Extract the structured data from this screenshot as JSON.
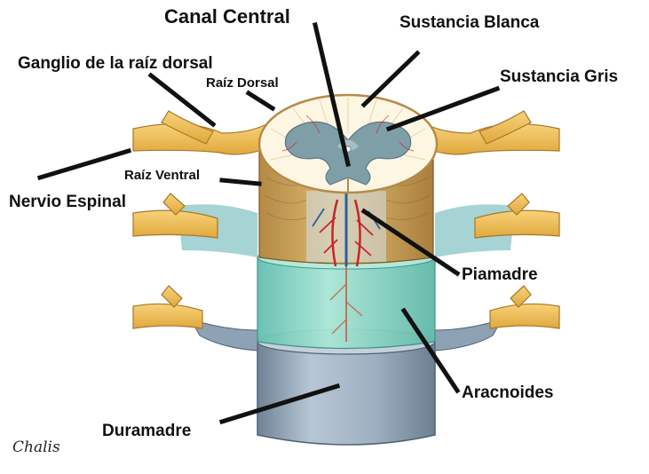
{
  "labels": {
    "canal_central": "Canal Central",
    "sustancia_blanca": "Sustancia Blanca",
    "ganglio": "Ganglio de la raíz dorsal",
    "raiz_dorsal": "Raíz Dorsal",
    "sustancia_gris": "Sustancia Gris",
    "raiz_ventral": "Raíz Ventral",
    "nervio_espinal": "Nervio Espinal",
    "piamadre": "Piamadre",
    "aracnoides": "Aracnoides",
    "duramadre": "Duramadre"
  },
  "signature": "Chalis",
  "colors": {
    "nerve": "#f2c15a",
    "white_matter": "#fdf6e3",
    "gray_matter": "#7f9fa8",
    "pia": "#c9a15a",
    "arachnoid": "#8fd8c4",
    "dura": "#9fb1c2",
    "vessel_red": "#c8242a",
    "vessel_blue": "#2f5d9c"
  }
}
